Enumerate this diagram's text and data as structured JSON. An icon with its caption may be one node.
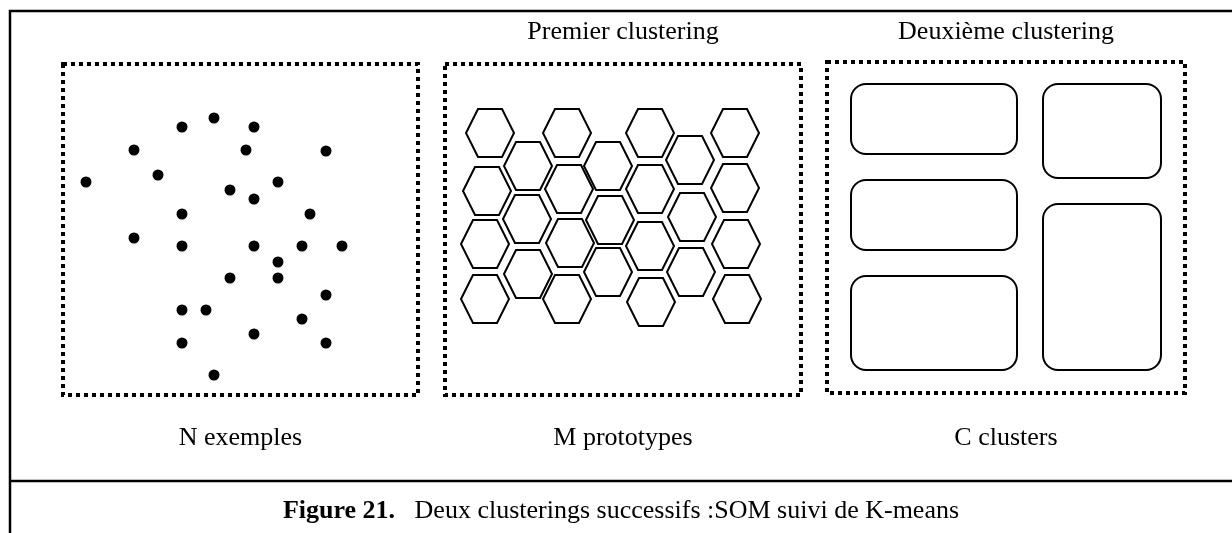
{
  "diagram": {
    "caption": "**Figure 21.**   Deux clusterings successifs :SOM suivi de K-means",
    "nodes": [
      {
        "text": [
          "N exemples"
        ]
      },
      {
        "text": [
          "Premier clustering",
          "M prototypes"
        ]
      },
      {
        "text": [
          "Deuxième clustering",
          "C clusters"
        ]
      },
      {
        "text": [],
        "shape": "box",
        "in": 2
      },
      {
        "text": [],
        "shape": "box",
        "in": 2
      },
      {
        "text": [],
        "shape": "box",
        "in": 2
      },
      {
        "text": [],
        "shape": "box",
        "in": 2
      },
      {
        "text": [],
        "shape": "box",
        "in": 2
      }
    ],
    "edges": []
  }
}
